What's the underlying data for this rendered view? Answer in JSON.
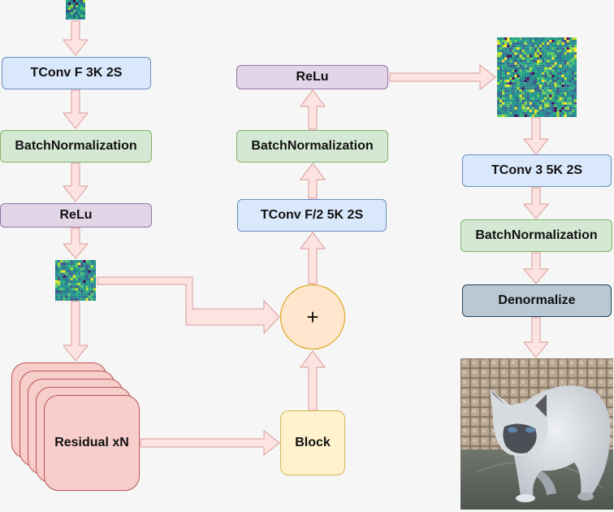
{
  "diagram": {
    "nodes": {
      "tconv_f": "TConv F 3K 2S",
      "bn_1": "BatchNormalization",
      "relu_1": "ReLu",
      "residual": "Residual xN",
      "block": "Block",
      "add": "+",
      "tconv_f2": "TConv F/2 5K 2S",
      "bn_2": "BatchNormalization",
      "relu_2": "ReLu",
      "tconv_3": "TConv 3 5K 2S",
      "bn_3": "BatchNormalization",
      "denormalize": "Denormalize"
    },
    "colors": {
      "conv_fill": "#dae8fc",
      "norm_fill": "#d5e8d4",
      "activation_fill": "#e1d5e7",
      "residual_fill": "#f8cecc",
      "block_fill": "#fff2cc",
      "add_fill": "#ffe6cc",
      "denormalize_fill": "#bac8d3",
      "arrow_fill": "#fde4e2",
      "arrow_stroke": "#d99a96"
    }
  }
}
